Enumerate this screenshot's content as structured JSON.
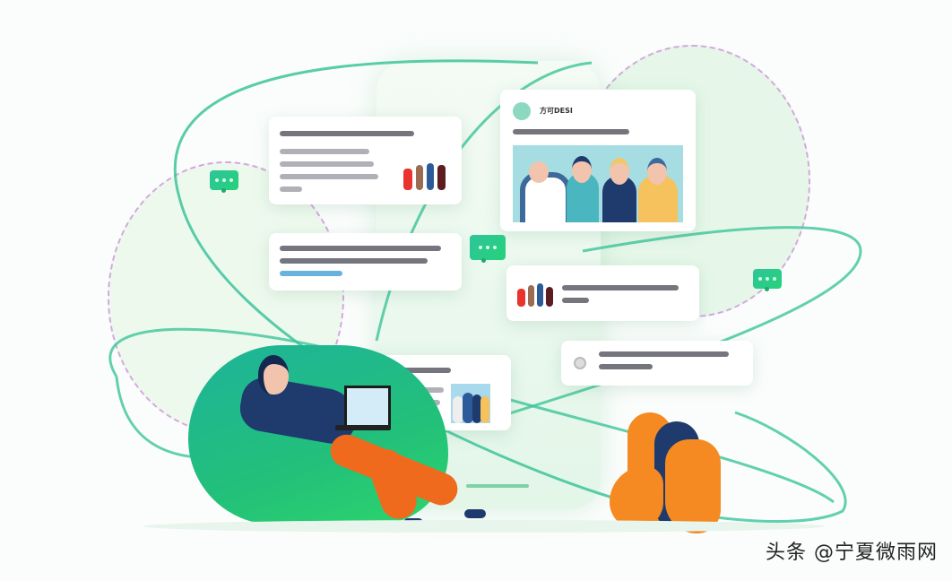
{
  "illustration": {
    "description": "Person on green bean bag with laptop surrounded by floating social feed cards",
    "colors": {
      "accent_green": "#2fc49a",
      "bean_bag": "#22c07a",
      "pants_orange": "#f06a1e",
      "navy": "#1f3b6e",
      "plant_orange": "#f58a22",
      "card_bg": "#ffffff",
      "link_blue": "#4fa3d8"
    }
  },
  "cards": [
    {
      "id": "card-top-left",
      "has_image": true,
      "image_icon": "people-icon"
    },
    {
      "id": "card-top-right",
      "avatar": "avatar-circle",
      "has_image": true,
      "image_icon": "group-photo-icon",
      "header": "方可DESI"
    },
    {
      "id": "card-mid-left",
      "has_link": true
    },
    {
      "id": "card-mid-right",
      "image_icon": "people-icon"
    },
    {
      "id": "card-lower-right",
      "icon": "mini-program-icon"
    },
    {
      "id": "card-bottom",
      "image_icon": "group-photo-icon"
    }
  ],
  "chat_bubbles": [
    "chat-bubble-left",
    "chat-bubble-center",
    "chat-bubble-right"
  ],
  "watermark": {
    "text": "头条 @宁夏微雨网"
  }
}
